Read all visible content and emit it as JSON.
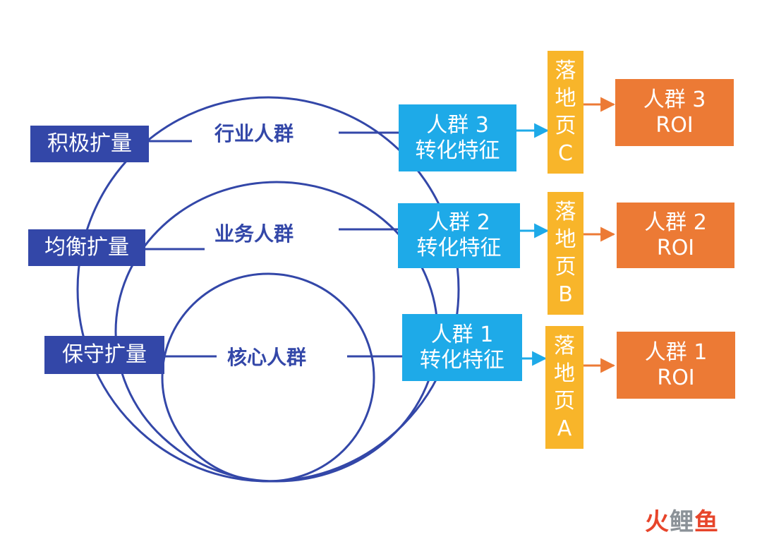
{
  "colors": {
    "navy": "#3347a8",
    "sky": "#1eaae8",
    "amber": "#f8b52a",
    "orange": "#ec7a35"
  },
  "tiers": [
    {
      "id": "active",
      "label": "积极扩量"
    },
    {
      "id": "balanced",
      "label": "均衡扩量"
    },
    {
      "id": "conservative",
      "label": "保守扩量"
    }
  ],
  "segments": [
    {
      "id": "industry",
      "label": "行业人群"
    },
    {
      "id": "business",
      "label": "业务人群"
    },
    {
      "id": "core",
      "label": "核心人群"
    }
  ],
  "features": [
    {
      "id": "f3",
      "line1": "人群 3",
      "line2": "转化特征"
    },
    {
      "id": "f2",
      "line1": "人群 2",
      "line2": "转化特征"
    },
    {
      "id": "f1",
      "line1": "人群 1",
      "line2": "转化特征"
    }
  ],
  "landing_pages": [
    {
      "id": "lp-c",
      "chars": [
        "落",
        "地",
        "页",
        "C"
      ]
    },
    {
      "id": "lp-b",
      "chars": [
        "落",
        "地",
        "页",
        "B"
      ]
    },
    {
      "id": "lp-a",
      "chars": [
        "落",
        "地",
        "页",
        "A"
      ]
    }
  ],
  "roi": [
    {
      "id": "roi3",
      "line1": "人群 3",
      "line2": "ROI"
    },
    {
      "id": "roi2",
      "line1": "人群 2",
      "line2": "ROI"
    },
    {
      "id": "roi1",
      "line1": "人群 1",
      "line2": "ROI"
    }
  ],
  "watermark": {
    "part1": "火",
    "part2": "鲤",
    "part3": "鱼"
  }
}
